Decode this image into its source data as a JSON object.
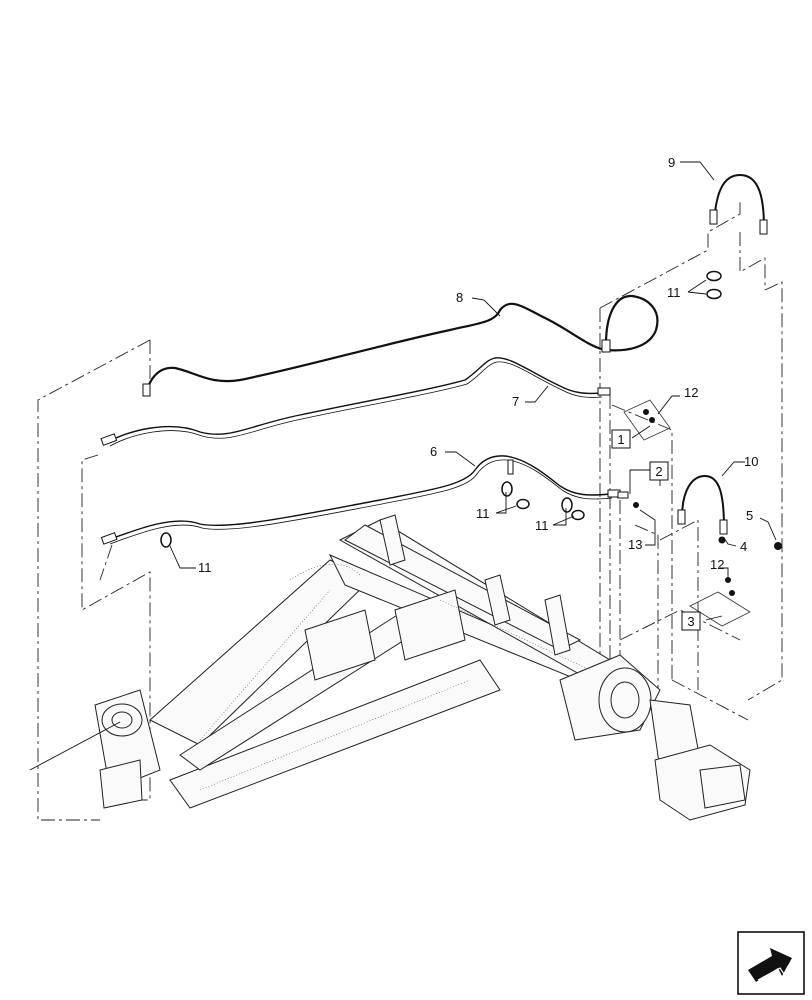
{
  "callouts": {
    "c1": "1",
    "c2": "2",
    "c3": "3",
    "c4": "4",
    "c5": "5",
    "c6": "6",
    "c7": "7",
    "c8": "8",
    "c9": "9",
    "c10": "10",
    "c11a": "11",
    "c11b": "11",
    "c11c": "11",
    "c11d": "11",
    "c12a": "12",
    "c12b": "12",
    "c13": "13"
  },
  "icons": {
    "corner": "forward-arrow-icon"
  }
}
